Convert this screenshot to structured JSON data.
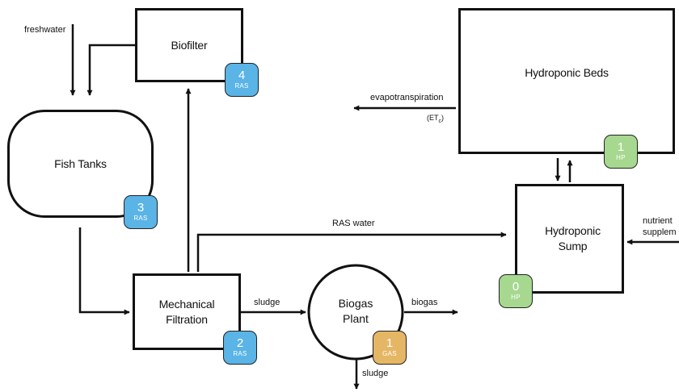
{
  "units": {
    "biofilter": {
      "title": "Biofilter",
      "badge_number": "4",
      "badge_code": "RAS"
    },
    "fish_tanks": {
      "title": "Fish Tanks",
      "badge_number": "3",
      "badge_code": "RAS"
    },
    "mechanical_filtration": {
      "title": "Mechanical\nFiltration",
      "badge_number": "2",
      "badge_code": "RAS"
    },
    "biogas_plant": {
      "title": "Biogas\nPlant",
      "badge_number": "1",
      "badge_code": "GAS"
    },
    "hydroponic_beds": {
      "title": "Hydroponic Beds",
      "badge_number": "1",
      "badge_code": "HP"
    },
    "hydroponic_sump": {
      "title": "Hydroponic\nSump",
      "badge_number": "0",
      "badge_code": "HP"
    }
  },
  "flows": {
    "freshwater": "freshwater",
    "evapotranspiration": "evapotranspiration",
    "et_label": "(ET",
    "et_subscript": "c",
    "et_close": ")",
    "ras_water": "RAS water",
    "sludge_to_biogas": "sludge",
    "biogas_out": "biogas",
    "sludge_out": "sludge",
    "nutrient_line1": "nutrient",
    "nutrient_line2": "supplem"
  },
  "colors": {
    "ras_badge": "#5ab4e6",
    "gas_badge": "#e5b765",
    "hp_badge": "#a6d88f",
    "line": "#111111"
  }
}
